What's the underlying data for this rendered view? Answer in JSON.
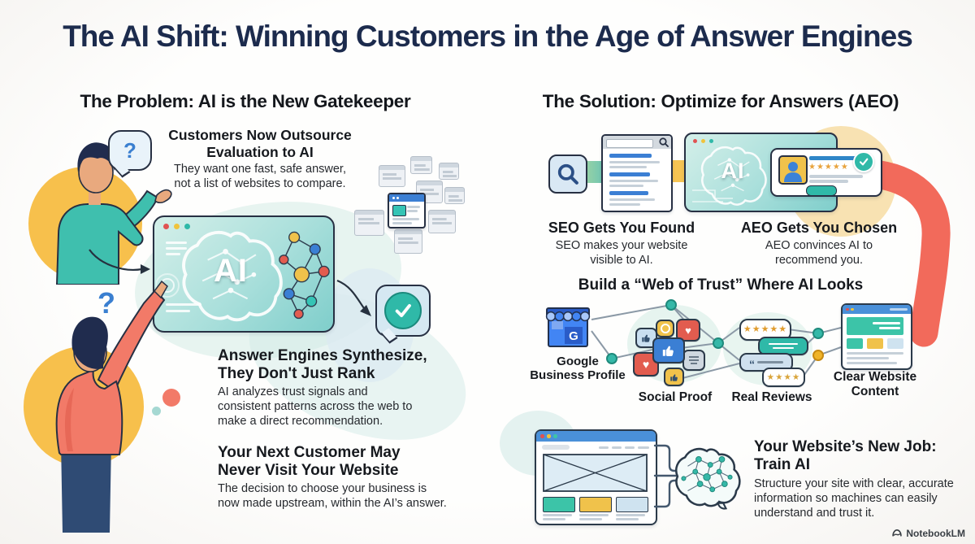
{
  "title": "The AI Shift: Winning Customers in the Age of Answer Engines",
  "watermark": "NotebookLM",
  "glyphs": {
    "question_mark": "?",
    "ai": "AI",
    "g": "G",
    "stars_five": "★★★★★",
    "stars_four": "★★★★",
    "heart": "♥",
    "quote": "“"
  },
  "colors": {
    "title_navy": "#1c2b4d",
    "teal": "#2fb9a8",
    "coral": "#f2695c",
    "yellow": "#f6c14e",
    "blue": "#3b7fd4",
    "google_blue": "#4285f4"
  },
  "problem": {
    "heading": "The Problem: AI is the New Gatekeeper",
    "outsource": {
      "heading": "Customers Now Outsource\nEvaluation to AI",
      "body": "They want one fast, safe answer,\nnot a list of websites to compare."
    },
    "synthesize": {
      "heading": "Answer Engines Synthesize,\nThey Don't Just Rank",
      "body": "AI analyzes trust signals and\nconsistent patterns across the web to\nmake a direct recommendation."
    },
    "never_visit": {
      "heading": "Your Next Customer May\nNever Visit Your Website",
      "body": "The decision to choose your business is\nnow made upstream, within the AI’s answer."
    }
  },
  "solution": {
    "heading": "The Solution: Optimize for Answers (AEO)",
    "seo": {
      "heading": "SEO Gets You Found",
      "body": "SEO makes your website\nvisible to AI."
    },
    "aeo": {
      "heading": "AEO Gets You Chosen",
      "body": "AEO convinces AI to\nrecommend you."
    },
    "web_of_trust": {
      "heading": "Build a “Web of Trust” Where AI Looks",
      "labels": {
        "gbp": "Google\nBusiness Profile",
        "social": "Social Proof",
        "reviews": "Real Reviews",
        "website": "Clear Website\nContent"
      }
    },
    "train": {
      "heading": "Your Website’s New Job:\nTrain AI",
      "body": "Structure your site with clear, accurate\ninformation so machines can easily\nunderstand and trust it."
    }
  }
}
